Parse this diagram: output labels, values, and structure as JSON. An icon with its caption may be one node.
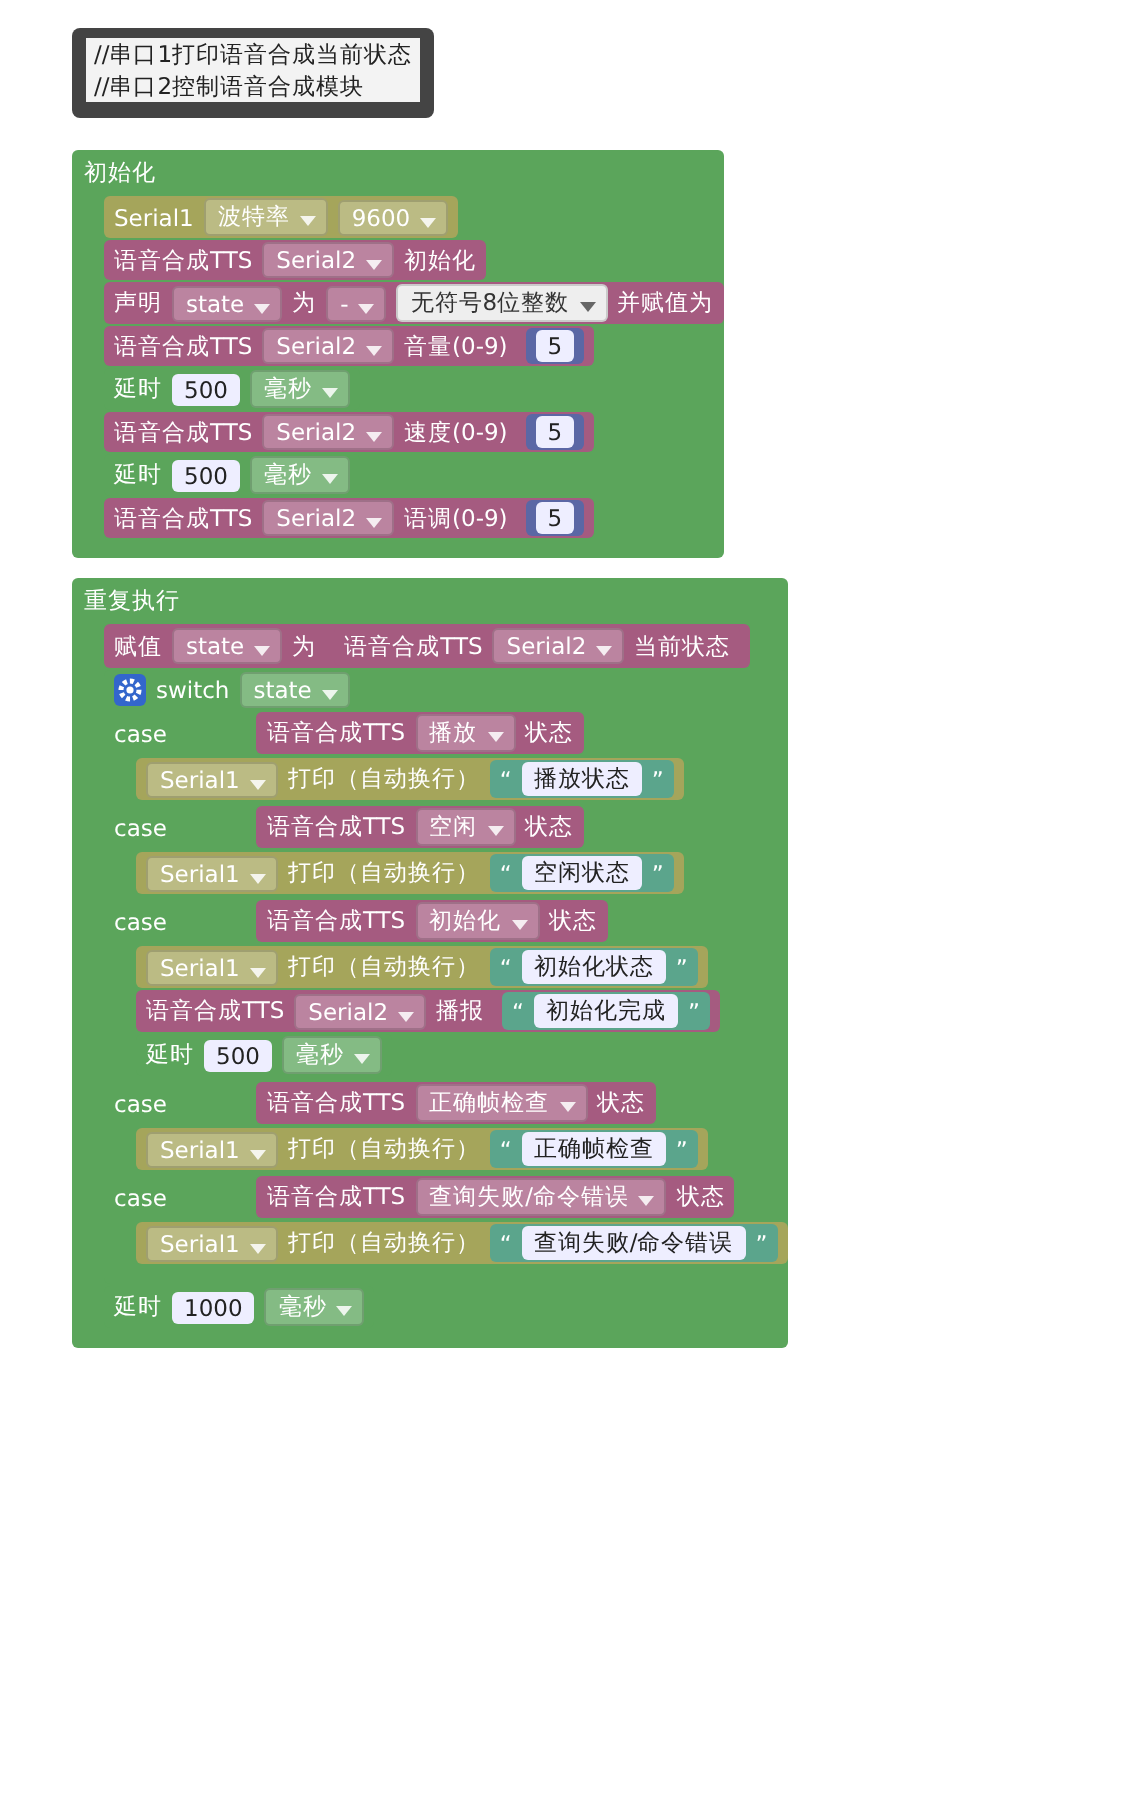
{
  "diagram": {
    "nodes": [
      {
        "text": [
          "//串口1打印语音合成当前状态",
          "//串口2控制语音合成模块"
        ]
      },
      {
        "text": [
          "初始化"
        ]
      },
      {
        "text": [
          "Serial1",
          "波特率",
          "9600"
        ],
        "in": 1
      },
      {
        "text": [
          "语音合成TTS",
          "Serial2",
          "初始化"
        ],
        "in": 1
      },
      {
        "text": [
          "声明",
          "state",
          "为",
          "-",
          "无符号8位整数",
          "并赋值为"
        ],
        "in": 1
      },
      {
        "text": [
          "语音合成TTS",
          "Serial2",
          "音量(0-9)"
        ],
        "in": 1
      },
      {
        "text": [
          "5"
        ],
        "in": 5
      },
      {
        "text": [
          "延时",
          "500",
          "毫秒"
        ],
        "in": 1
      },
      {
        "text": [
          "语音合成TTS",
          "Serial2",
          "速度(0-9)"
        ],
        "in": 1
      },
      {
        "text": [
          "5"
        ],
        "in": 8
      },
      {
        "text": [
          "延时",
          "500",
          "毫秒"
        ],
        "in": 1
      },
      {
        "text": [
          "语音合成TTS",
          "Serial2",
          "语调(0-9)"
        ],
        "in": 1
      },
      {
        "text": [
          "5"
        ],
        "in": 11
      },
      {
        "text": [
          "重复执行"
        ]
      },
      {
        "text": [
          "赋值",
          "state",
          "为"
        ],
        "in": 13
      },
      {
        "text": [
          "语音合成TTS",
          "Serial2",
          "当前状态"
        ],
        "in": 14
      },
      {
        "text": [
          "switch",
          "state",
          "case",
          "case",
          "case",
          "case",
          "case"
        ],
        "in": 13
      },
      {
        "text": [
          "语音合成TTS",
          "播放",
          "状态"
        ],
        "in": 16
      },
      {
        "text": [
          "Serial1",
          "打印（自动换行）"
        ],
        "in": 16
      },
      {
        "text": [
          "“",
          "播放状态",
          "”"
        ],
        "in": 18
      },
      {
        "text": [
          "语音合成TTS",
          "空闲",
          "状态"
        ],
        "in": 16
      },
      {
        "text": [
          "Serial1",
          "打印（自动换行）"
        ],
        "in": 16
      },
      {
        "text": [
          "“",
          "空闲状态",
          "”"
        ],
        "in": 21
      },
      {
        "text": [
          "语音合成TTS",
          "初始化",
          "状态"
        ],
        "in": 16
      },
      {
        "text": [
          "Serial1",
          "打印（自动换行）"
        ],
        "in": 16
      },
      {
        "text": [
          "“",
          "初始化状态",
          "”"
        ],
        "in": 24
      },
      {
        "text": [
          "语音合成TTS",
          "Serial2",
          "播报"
        ],
        "in": 16
      },
      {
        "text": [
          "“",
          "初始化完成",
          "”"
        ],
        "in": 26
      },
      {
        "text": [
          "延时",
          "500",
          "毫秒"
        ],
        "in": 16
      },
      {
        "text": [
          "语音合成TTS",
          "正确帧检查",
          "状态"
        ],
        "in": 16
      },
      {
        "text": [
          "Serial1",
          "打印（自动换行）"
        ],
        "in": 16
      },
      {
        "text": [
          "“",
          "正确帧检查",
          "”"
        ],
        "in": 30
      },
      {
        "text": [
          "语音合成TTS",
          "查询失败/命令错误",
          "状态"
        ],
        "in": 16
      },
      {
        "text": [
          "Serial1",
          "打印（自动换行）"
        ],
        "in": 16
      },
      {
        "text": [
          "“",
          "查询失败/命令错误",
          "”"
        ],
        "in": 33
      },
      {
        "text": [
          "延时",
          "1000",
          "毫秒"
        ],
        "in": 13
      }
    ]
  }
}
